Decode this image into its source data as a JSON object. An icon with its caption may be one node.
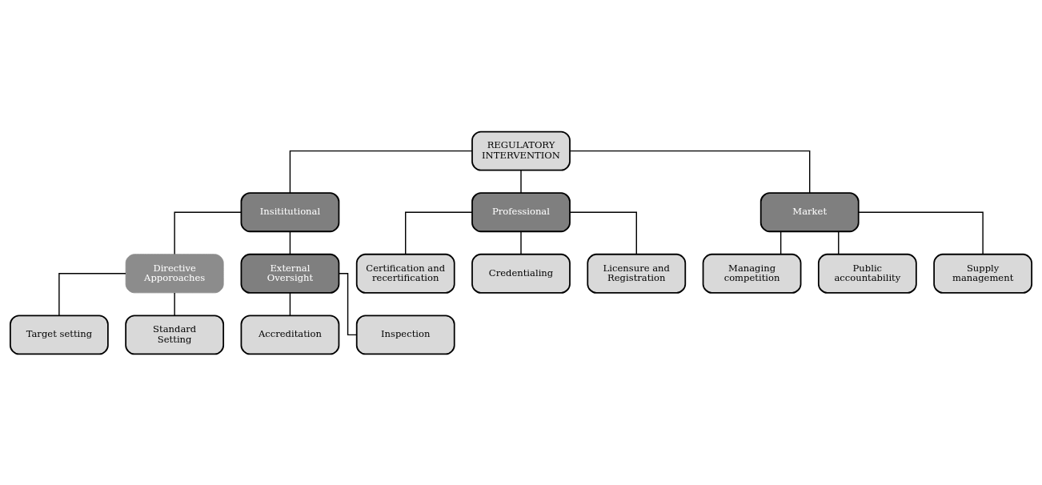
{
  "diagram": {
    "nodes": [
      {
        "text": [
          "REGULATORY INTERVENTION"
        ]
      },
      {
        "text": [
          "Insititutional"
        ]
      },
      {
        "text": [
          "Professional"
        ]
      },
      {
        "text": [
          "Market"
        ]
      },
      {
        "text": [
          "Directive Apporoaches"
        ]
      },
      {
        "text": [
          "External Oversight"
        ]
      },
      {
        "text": [
          "Target setting"
        ]
      },
      {
        "text": [
          "Standard Setting"
        ]
      },
      {
        "text": [
          "Accreditation"
        ]
      },
      {
        "text": [
          "Inspection"
        ]
      },
      {
        "text": [
          "Certification and recertification"
        ]
      },
      {
        "text": [
          "Credentialing"
        ]
      },
      {
        "text": [
          "Licensure and Registration"
        ]
      },
      {
        "text": [
          "Managing competition"
        ]
      },
      {
        "text": [
          "Public accountability"
        ]
      },
      {
        "text": [
          "Supply management"
        ]
      }
    ],
    "edges": [
      {
        "from": 0,
        "to": 1,
        "arrow": "none"
      },
      {
        "from": 0,
        "to": 2,
        "arrow": "none"
      },
      {
        "from": 0,
        "to": 3,
        "arrow": "none"
      },
      {
        "from": 1,
        "to": 4,
        "arrow": "none"
      },
      {
        "from": 1,
        "to": 5,
        "arrow": "none"
      },
      {
        "from": 4,
        "to": 6,
        "arrow": "none"
      },
      {
        "from": 4,
        "to": 7,
        "arrow": "none"
      },
      {
        "from": 5,
        "to": 8,
        "arrow": "none"
      },
      {
        "from": 5,
        "to": 9,
        "arrow": "none"
      },
      {
        "from": 2,
        "to": 10,
        "arrow": "none"
      },
      {
        "from": 2,
        "to": 11,
        "arrow": "none"
      },
      {
        "from": 2,
        "to": 12,
        "arrow": "none"
      },
      {
        "from": 3,
        "to": 13,
        "arrow": "none"
      },
      {
        "from": 3,
        "to": 14,
        "arrow": "none"
      },
      {
        "from": 3,
        "to": 15,
        "arrow": "none"
      }
    ]
  }
}
